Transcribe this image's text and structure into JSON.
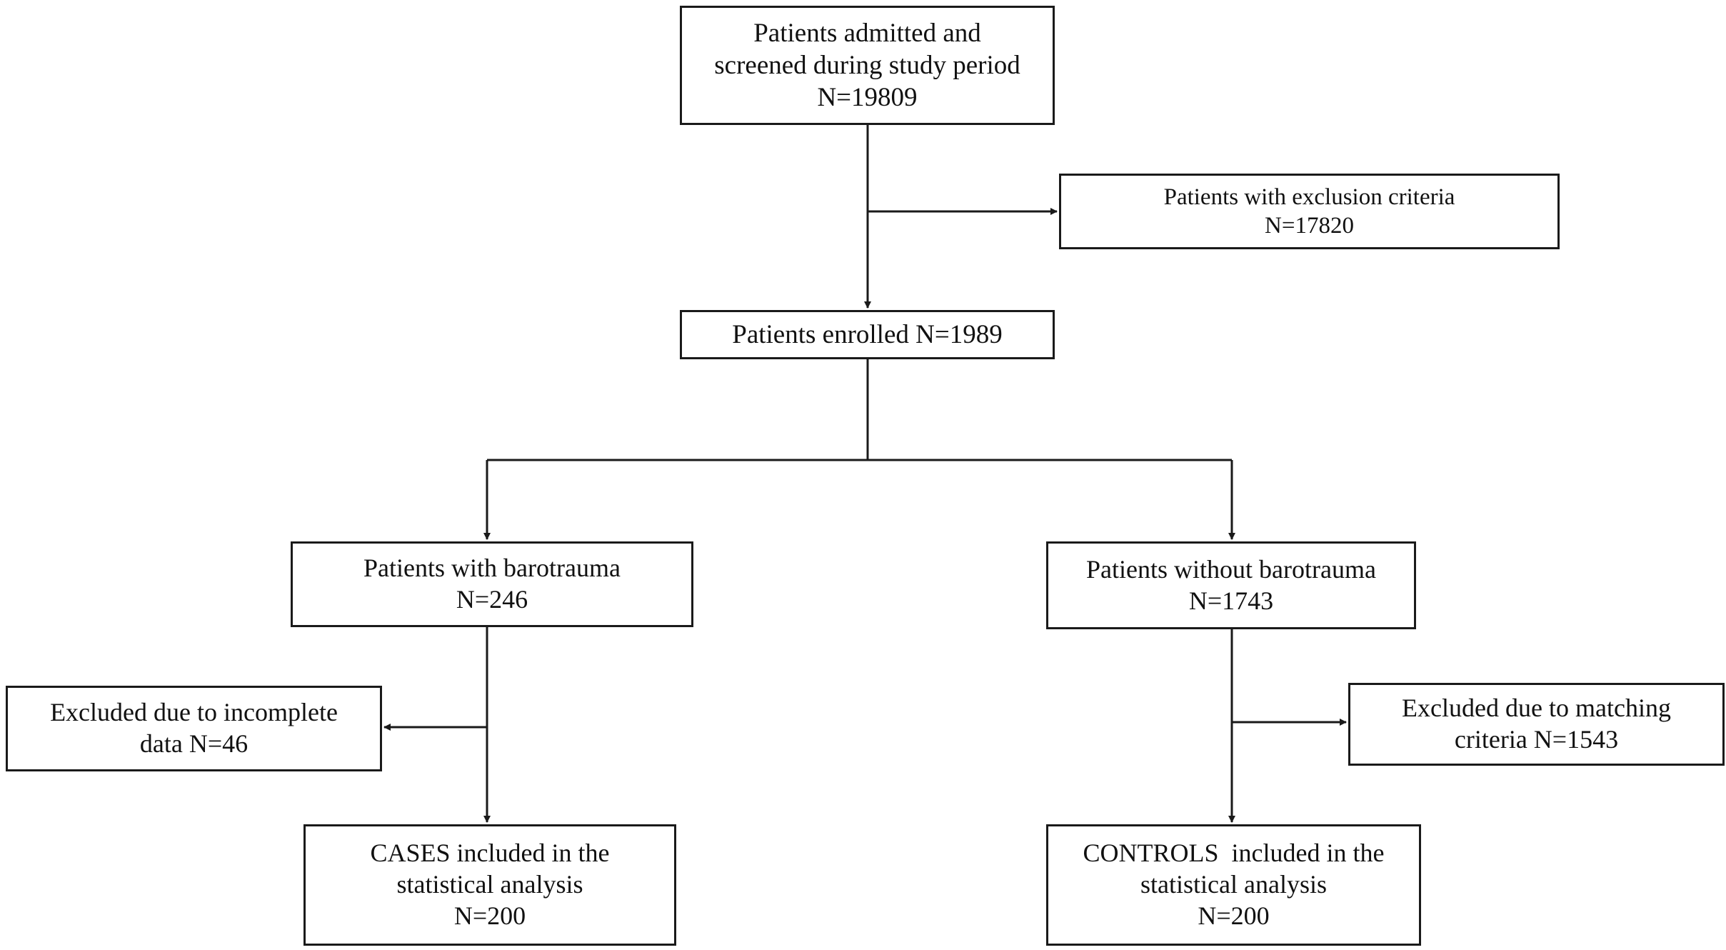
{
  "flowchart": {
    "screened": {
      "line1": "Patients admitted and",
      "line2": "screened during study period",
      "line3": "N=19809"
    },
    "exclusion": {
      "line1": "Patients with exclusion criteria",
      "line2": "N=17820"
    },
    "enrolled": {
      "line1": "Patients enrolled N=1989"
    },
    "barotrauma": {
      "line1": "Patients with barotrauma",
      "line2": "N=246"
    },
    "no_barotrauma": {
      "line1": "Patients without barotrauma",
      "line2": "N=1743"
    },
    "incomplete": {
      "line1": "Excluded due to incomplete",
      "line2": "data N=46"
    },
    "matching": {
      "line1": "Excluded due to matching",
      "line2": "criteria N=1543"
    },
    "cases": {
      "line1": "CASES included in the",
      "line2": "statistical analysis",
      "line3": "N=200"
    },
    "controls": {
      "line1": "CONTROLS  included in the",
      "line2": "statistical analysis",
      "line3": "N=200"
    }
  },
  "colors": {
    "stroke": "#1a1a1a",
    "background": "#ffffff",
    "text": "#111111"
  }
}
